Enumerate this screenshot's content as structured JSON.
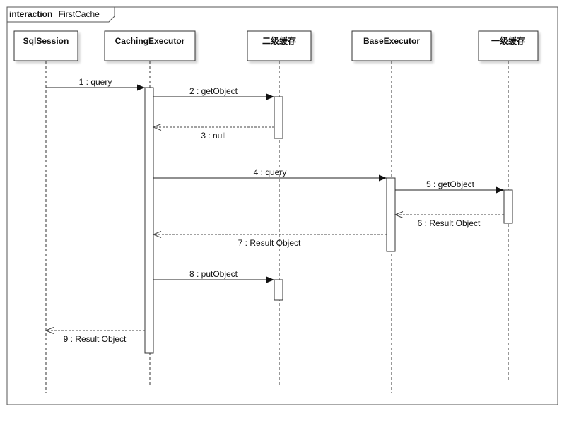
{
  "frame": {
    "keyword": "interaction",
    "name": "FirstCache"
  },
  "lifelines": [
    {
      "id": "sqlsession",
      "label": "SqlSession"
    },
    {
      "id": "cachingexecutor",
      "label": "CachingExecutor"
    },
    {
      "id": "secondcache",
      "label": "二级缓存"
    },
    {
      "id": "baseexecutor",
      "label": "BaseExecutor"
    },
    {
      "id": "firstcache",
      "label": "一级缓存"
    }
  ],
  "messages": [
    {
      "label": "1 : query",
      "from": "sqlsession",
      "to": "cachingexecutor",
      "kind": "sync"
    },
    {
      "label": "2 : getObject",
      "from": "cachingexecutor",
      "to": "secondcache",
      "kind": "sync"
    },
    {
      "label": "3 : null",
      "from": "secondcache",
      "to": "cachingexecutor",
      "kind": "return"
    },
    {
      "label": "4 : query",
      "from": "cachingexecutor",
      "to": "baseexecutor",
      "kind": "sync"
    },
    {
      "label": "5 : getObject",
      "from": "baseexecutor",
      "to": "firstcache",
      "kind": "sync"
    },
    {
      "label": "6 : Result Object",
      "from": "firstcache",
      "to": "baseexecutor",
      "kind": "return"
    },
    {
      "label": "7 : Result Object",
      "from": "baseexecutor",
      "to": "cachingexecutor",
      "kind": "return"
    },
    {
      "label": "8 : putObject",
      "from": "cachingexecutor",
      "to": "secondcache",
      "kind": "sync"
    },
    {
      "label": "9 : Result Object",
      "from": "cachingexecutor",
      "to": "sqlsession",
      "kind": "return"
    }
  ]
}
